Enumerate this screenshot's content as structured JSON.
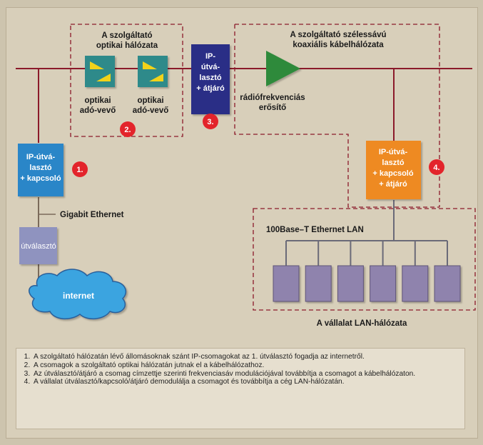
{
  "diagram": {
    "provider_optical_network_title": "A szolgáltató\noptikai hálózata",
    "provider_coax_network_title": "A szolgáltató szélessávú\nkoaxiális kábelhálózata",
    "optical_transceiver_1_label": "optikai\nadó-vevő",
    "optical_transceiver_2_label": "optikai\nadó-vevő",
    "ip_router_gateway_label": "IP-\nútvá-\nlasztó\n+ átjáró",
    "rf_amplifier_label": "rádiófrekvenciás\nerősítő",
    "ip_router_switch_label": "IP-útvá-\nlasztó\n+ kapcsoló",
    "gigabit_ethernet_label": "Gigabit Ethernet",
    "router_label": "útválasztó",
    "internet_label": "internet",
    "company_router_label": "IP-útvá-\nlasztó\n+ kapcsoló\n+ átjáró",
    "lan_segment_label": "100Base–T Ethernet LAN",
    "company_lan_title": "A vállalat LAN-hálózata",
    "badges": [
      "1.",
      "2.",
      "3.",
      "4."
    ],
    "lan_host_count": 6,
    "colors": {
      "line": "#8b1a2a",
      "blue_box": "#2a86c8",
      "navy_box": "#2a2f86",
      "orange_box": "#ee8a22",
      "router_box": "#8f93bf",
      "cloud": "#3aa4e0",
      "badge": "#e3242b",
      "transceiver_bg": "#2f8a8a",
      "arrow_yellow": "#f2d21a",
      "amplifier": "#2e8a3a",
      "host": "#8f83ad"
    }
  },
  "notes": [
    "A szolgáltató hálózatán lévő állomásoknak szánt IP-csomagokat az 1. útválasztó fogadja az internetről.",
    "A csomagok a szolgáltató optikai hálózatán jutnak el a kábelhálózathoz.",
    "Az útválasztó/átjáró a csomag címzettje szerinti frekvenciasáv modulációjával továbbítja a csomagot a kábelhálózaton.",
    "A vállalat útválasztó/kapcsoló/átjáró demodulálja a csomagot és továbbítja a cég LAN-hálózatán."
  ]
}
